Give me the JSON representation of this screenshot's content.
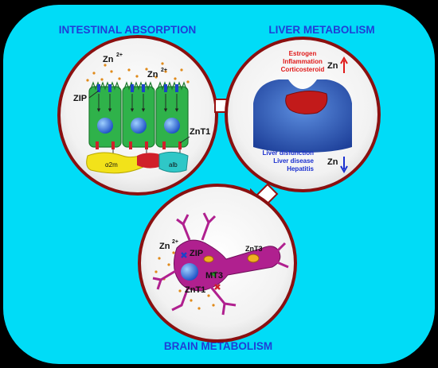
{
  "titles": {
    "intestinal": "INTESTINAL ABSORPTION",
    "liver": "LIVER METABOLISM",
    "brain": "BRAIN METABOLISM"
  },
  "intestine": {
    "zn_left": "Zn",
    "zn_right": "Zn",
    "charge": "2+",
    "zip": "ZIP",
    "znt1": "ZnT1",
    "a2m": "α2m",
    "alb": "alb"
  },
  "liver": {
    "up_factors": [
      "Estrogen",
      "Inflammation",
      "Corticosteroid"
    ],
    "zn_up": "Zn",
    "down_factors": [
      "Liver disfunction",
      "Liver disease",
      "Hepatitis"
    ],
    "zn_down": "Zn"
  },
  "brain": {
    "zn": "Zn",
    "charge": "2+",
    "zip": "ZIP",
    "mt3": "MT3",
    "znt3": "ZnT3",
    "znt1": "ZnT1"
  },
  "colors": {
    "background": "#00dcf7",
    "title_blue": "#1f3fd6",
    "circle_border": "#8a1010",
    "arrow_fill": "#ffffff",
    "arrow_stroke": "#9a1010",
    "up_red": "#e01a1a",
    "down_blue": "#1a2fd0",
    "neuron": "#b0208f"
  }
}
